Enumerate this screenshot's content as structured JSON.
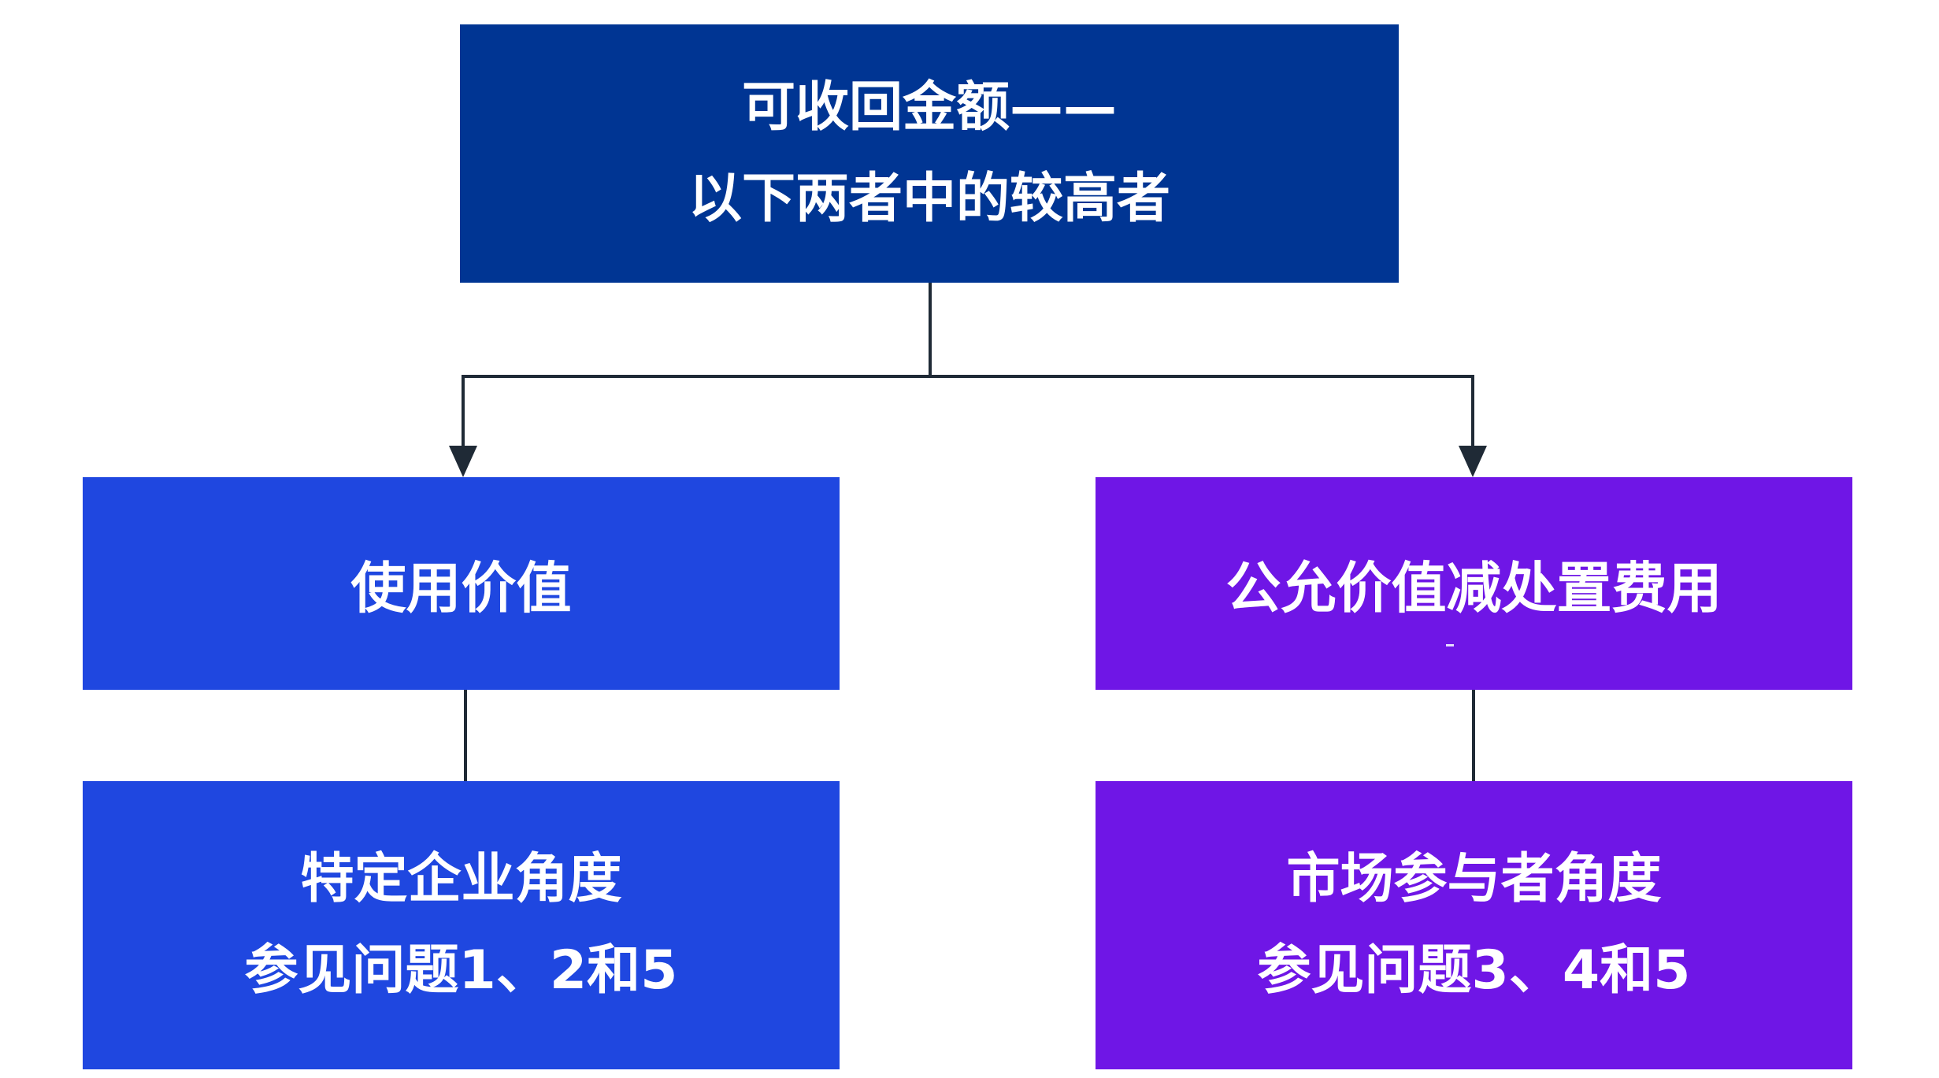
{
  "colors": {
    "top_box": "#003593",
    "left_column": "#1f47e0",
    "right_column": "#6f16e6",
    "connector": "#1f2a36",
    "text": "#ffffff"
  },
  "top": {
    "line1": "可收回金额——",
    "line2": "以下两者中的较高者"
  },
  "left": {
    "title": "使用价值",
    "detail_line1": "特定企业角度",
    "detail_line2": "参见问题1、2和5"
  },
  "right": {
    "title": "公允价值减处置费用",
    "detail_line1": "市场参与者角度",
    "detail_line2": "参见问题3、4和5"
  }
}
